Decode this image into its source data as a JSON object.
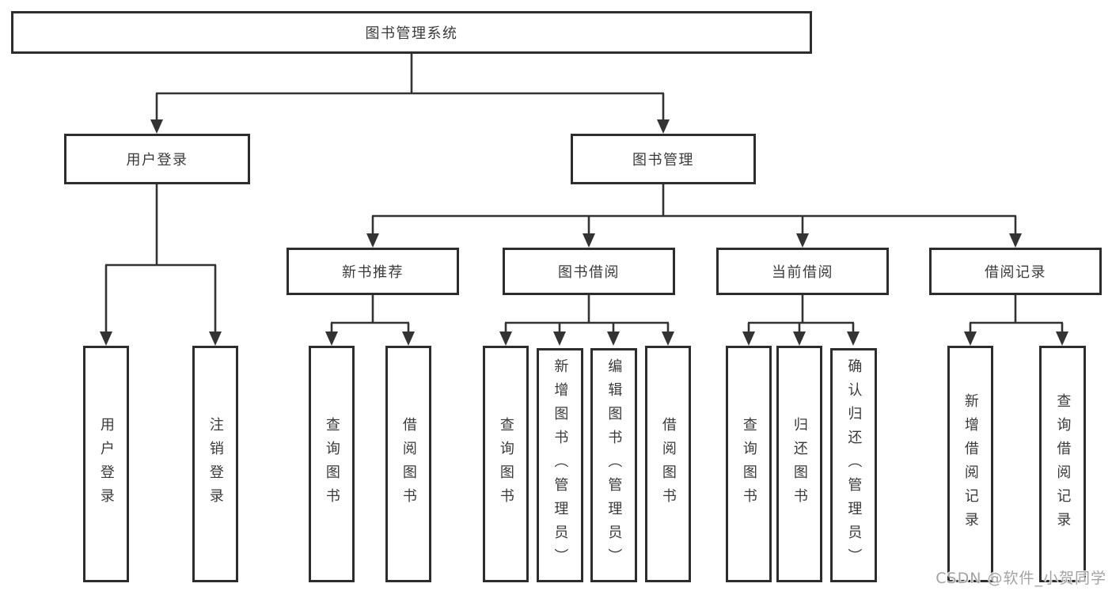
{
  "colors": {
    "background": "#ffffff",
    "line": "#333333",
    "box_border": "#2d2d2d",
    "text": "#3a3a3a",
    "watermark": "#a3a3a3"
  },
  "watermark": {
    "text": "CSDN @软件_小贺同学"
  },
  "tree": {
    "root": "图书管理系统",
    "branches": [
      {
        "label": "用户登录",
        "children": [
          "用户登录",
          "注销登录"
        ]
      },
      {
        "label": "图书管理",
        "children": [
          {
            "label": "新书推荐",
            "children": [
              "查询图书",
              "借阅图书"
            ]
          },
          {
            "label": "图书借阅",
            "children": [
              "查询图书",
              "新增图书（管理员）",
              "编辑图书（管理员）",
              "借阅图书"
            ]
          },
          {
            "label": "当前借阅",
            "children": [
              "查询图书",
              "归还图书",
              "确认归还（管理员）"
            ]
          },
          {
            "label": "借阅记录",
            "children": [
              "新增借阅记录",
              "查询借阅记录"
            ]
          }
        ]
      }
    ]
  }
}
